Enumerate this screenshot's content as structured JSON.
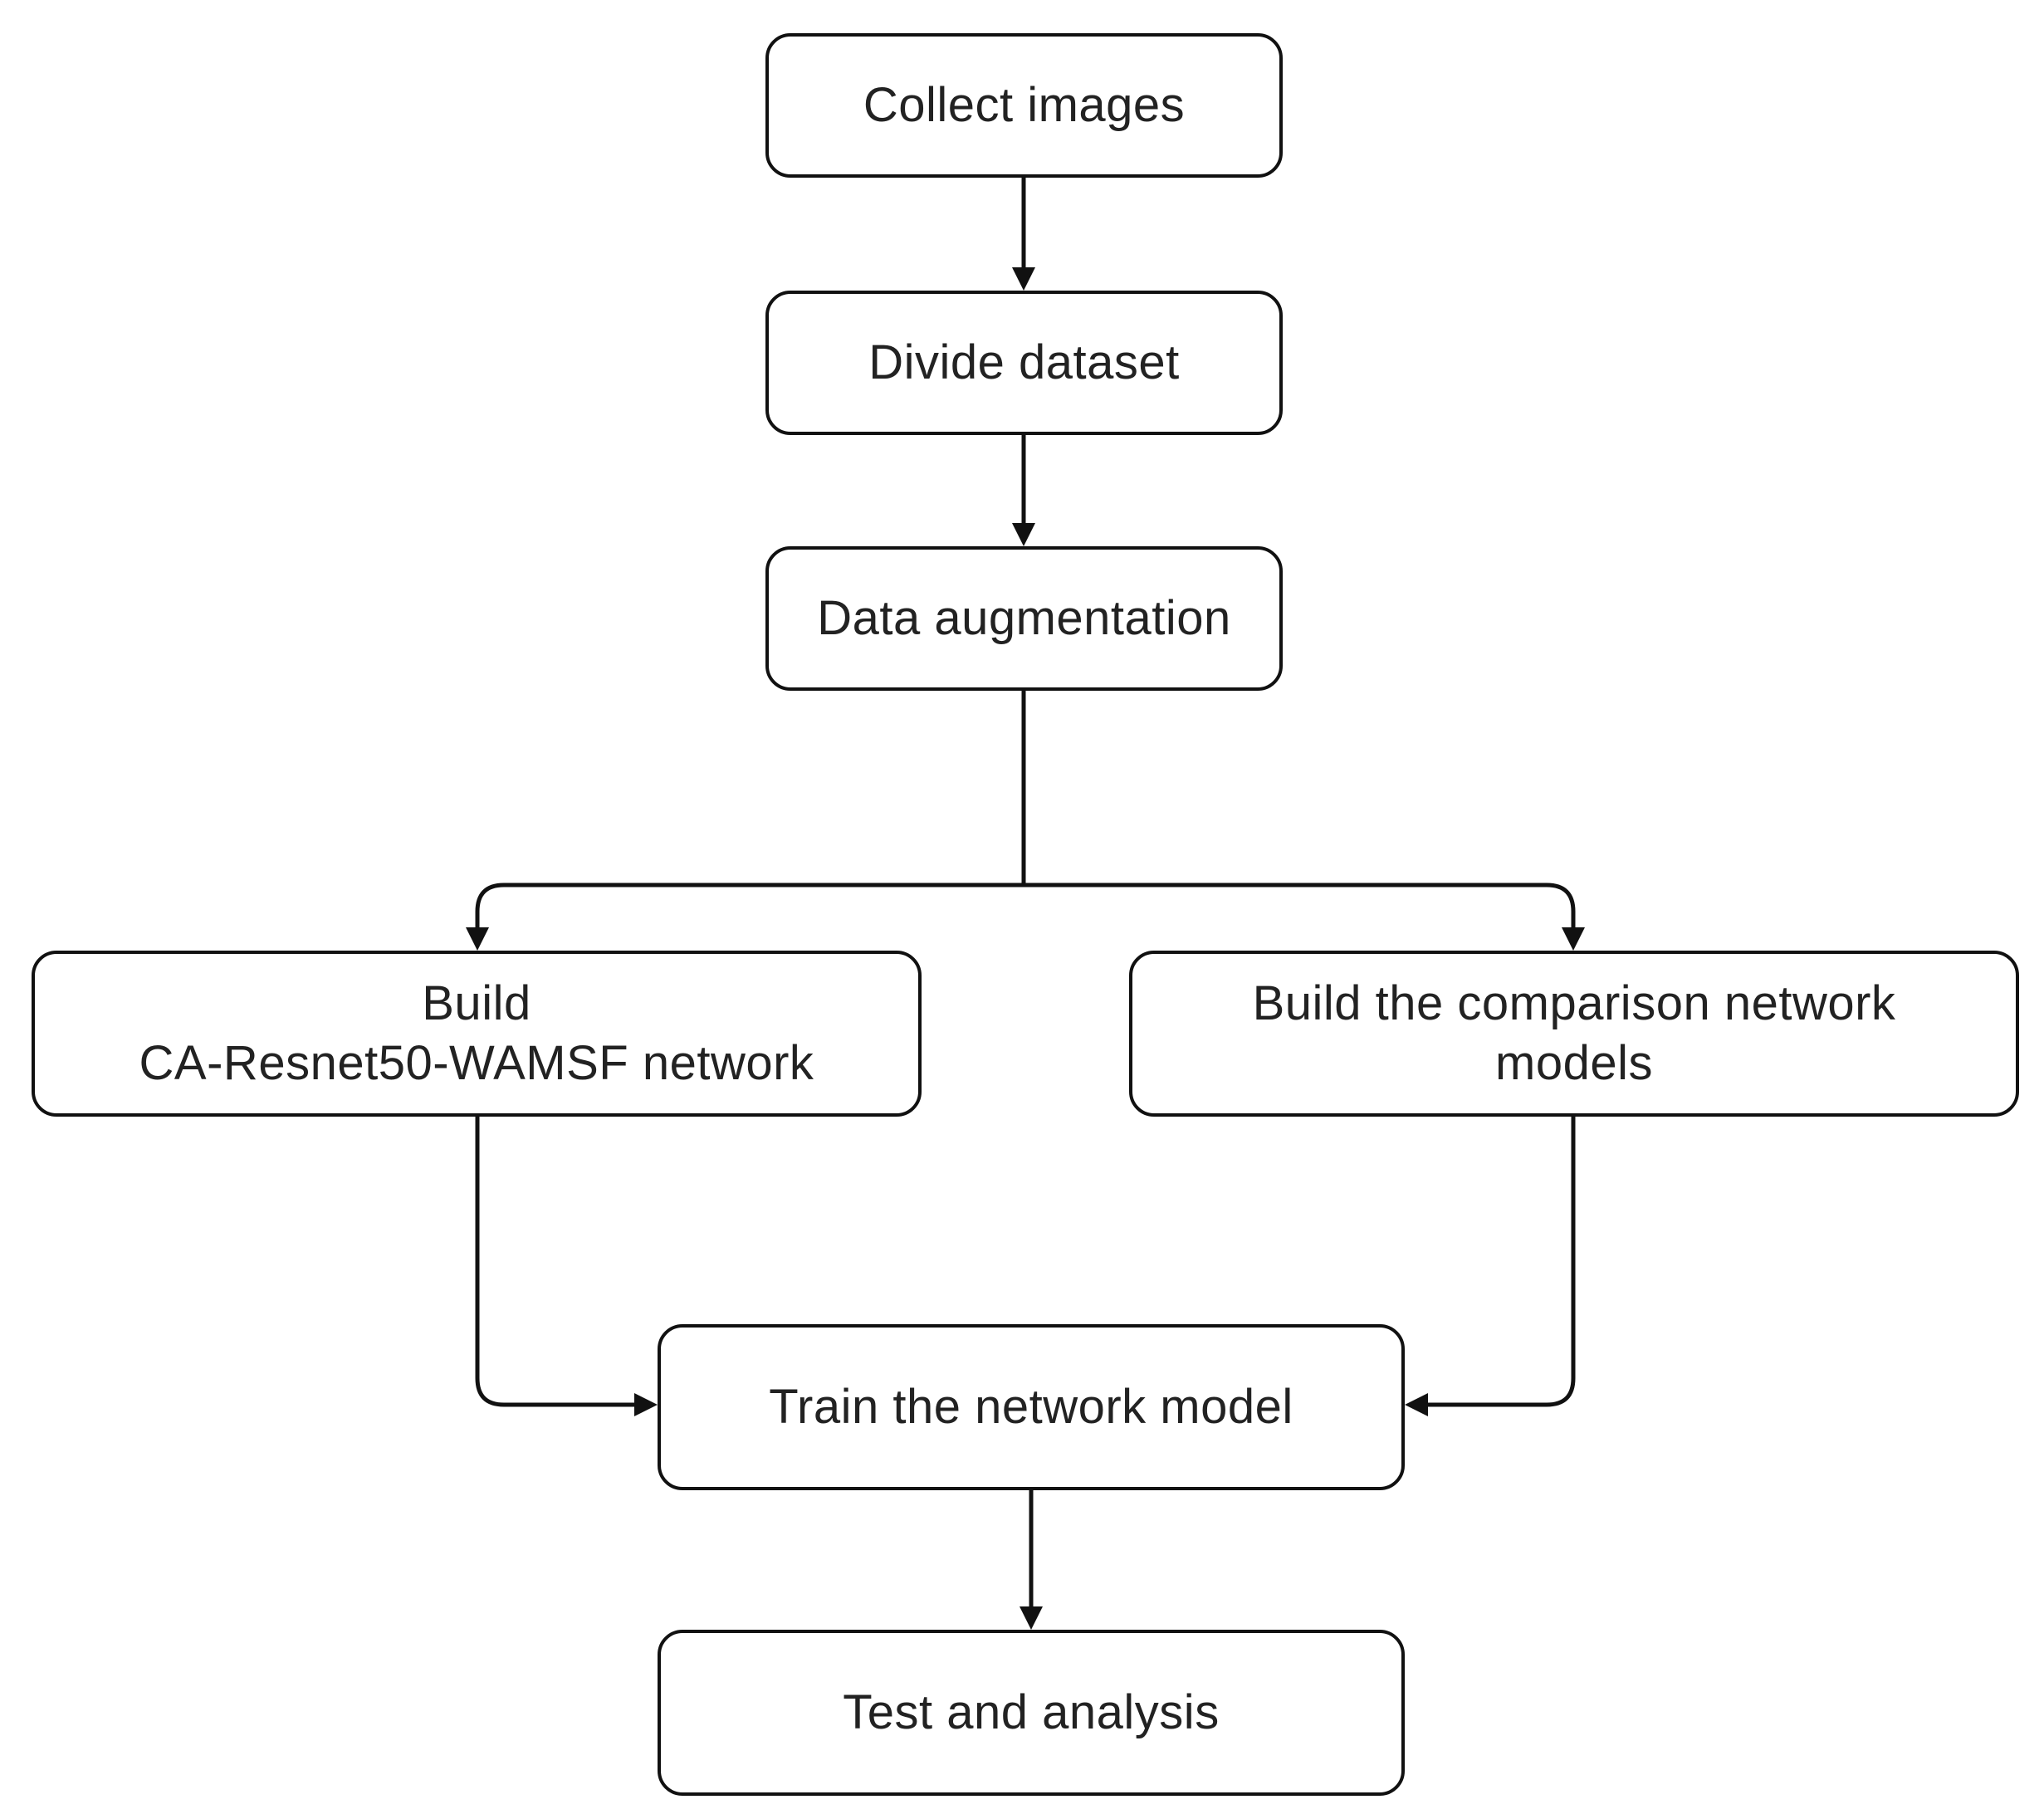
{
  "nodes": {
    "collect": {
      "label": "Collect images"
    },
    "divide": {
      "label": "Divide dataset"
    },
    "augment": {
      "label": "Data augmentation"
    },
    "build_ca": {
      "line1": "Build",
      "line2": "CA-Resnet50-WAMSF network"
    },
    "build_cmp": {
      "line1": "Build the comparison network",
      "line2": "models"
    },
    "train": {
      "label": "Train the network model"
    },
    "test": {
      "label": "Test and analysis"
    }
  },
  "edges": [
    {
      "from": "collect",
      "to": "divide"
    },
    {
      "from": "divide",
      "to": "augment"
    },
    {
      "from": "augment",
      "to": "build_ca"
    },
    {
      "from": "augment",
      "to": "build_cmp"
    },
    {
      "from": "build_ca",
      "to": "train"
    },
    {
      "from": "build_cmp",
      "to": "train"
    },
    {
      "from": "train",
      "to": "test"
    }
  ],
  "colors": {
    "stroke": "#111111",
    "text": "#222222",
    "background": "#ffffff"
  }
}
